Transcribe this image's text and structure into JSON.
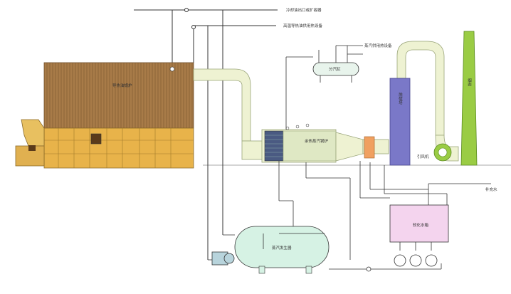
{
  "labels": {
    "pipe_top_1": "冷却油出口或扩容器",
    "pipe_top_2": "高温导热油供用热设备",
    "boiler": "导热油锅炉",
    "steam_header": "分汽缸",
    "steam_to_users": "蒸汽供用热设备",
    "waste_heat_boiler": "余热蒸汽锅炉",
    "desulfurization_tower": "脱硫塔",
    "chimney": "烟囱",
    "induced_fan": "引风机",
    "softened_water_tank": "软化水箱",
    "deaerator_tank": "蒸汽发生器",
    "makeup_water": "补充水"
  },
  "colors": {
    "boiler_body": "#a87b48",
    "boiler_base": "#e8b34a",
    "pipe_fill": "#eef2d2",
    "pipe_stroke": "#9aa57a",
    "tower_fill": "#7a78c8",
    "chimney_fill": "#9acc44",
    "tank_fill": "#d6f2e4",
    "softened_tank_fill": "#f4d4ee",
    "header_fill": "#e8f4ec",
    "waste_boiler_fill": "#4a5a82",
    "line": "#333333"
  }
}
